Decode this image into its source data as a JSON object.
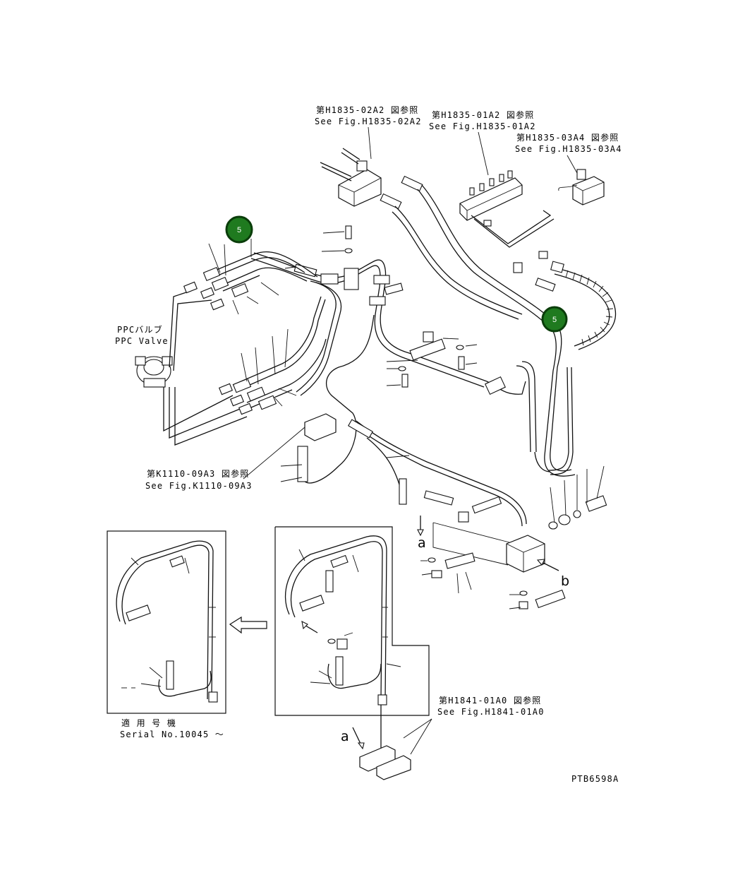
{
  "references": [
    {
      "jp": "第H1835-02A2 図参照",
      "en": "See Fig.H1835-02A2"
    },
    {
      "jp": "第H1835-01A2 図参照",
      "en": "See Fig.H1835-01A2"
    },
    {
      "jp": "第H1835-03A4 図参照",
      "en": "See Fig.H1835-03A4"
    },
    {
      "jp": "第K1110-09A3 図参照",
      "en": "See Fig.K1110-09A3"
    },
    {
      "jp": "第H1841-01A0 図参照",
      "en": "See Fig.H1841-01A0"
    }
  ],
  "ppc_valve": {
    "jp": "PPCバルブ",
    "en": "PPC Valve"
  },
  "serial": {
    "jp": "適 用 号 機",
    "en": "Serial No.10045 ～"
  },
  "letters": {
    "a1": "a",
    "b1": "b",
    "b2": "b",
    "a2": "a"
  },
  "badges": [
    "5",
    "5"
  ],
  "drawing_code": "PTB6598A",
  "colors": {
    "badge_fill": "#1f7a1f",
    "badge_ring": "#0a3d0a",
    "line": "#111111"
  }
}
